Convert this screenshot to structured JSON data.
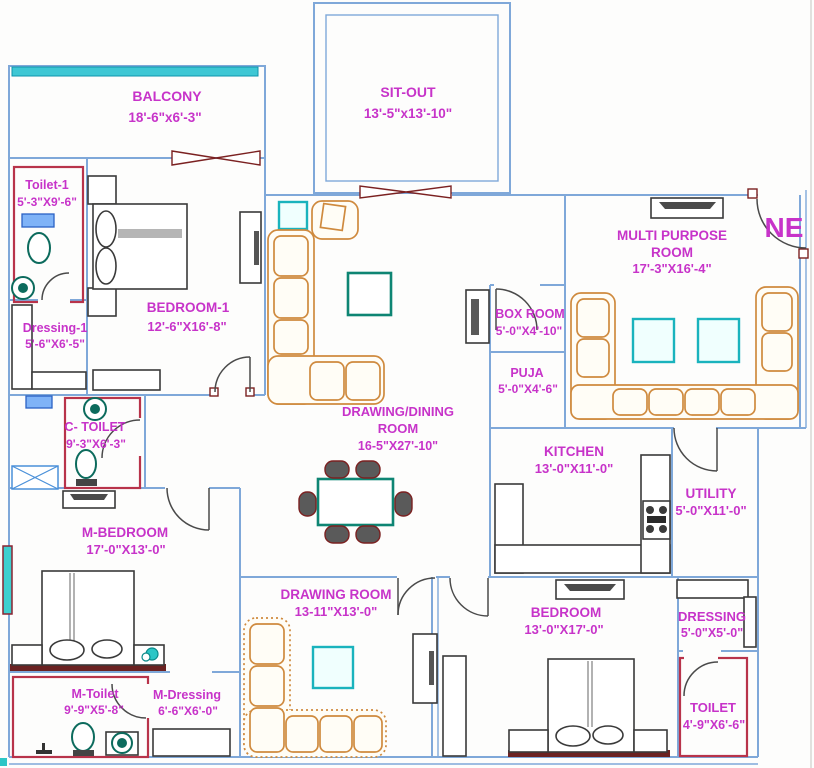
{
  "compass": {
    "label": "NE"
  },
  "colors": {
    "label_magenta": "#c733c9",
    "wall_blue": "#7fa8d9",
    "wall_red": "#b8334a",
    "wall_maroon": "#6b2222",
    "window_teal": "#3ec7d4",
    "furniture_orange": "#cf8a3e",
    "table_teal": "#1ab3bd"
  },
  "rooms": {
    "balcony": {
      "name": "BALCONY",
      "dim": "18'-6\"x6'-3\""
    },
    "sitout": {
      "name": "SIT-OUT",
      "dim": "13'-5\"x13'-10\""
    },
    "toilet1": {
      "name": "Toilet-1",
      "dim": "5'-3\"X9'-6\""
    },
    "bedroom1": {
      "name": "BEDROOM-1",
      "dim": "12'-6\"X16'-8\""
    },
    "dressing1": {
      "name": "Dressing-1",
      "dim": "5'-6\"X6'-5\""
    },
    "multipurpose": {
      "name": "MULTI PURPOSE",
      "name2": "ROOM",
      "dim": "17'-3\"X16'-4\""
    },
    "boxroom": {
      "name": "BOX ROOM",
      "dim": "5'-0\"X4'-10\""
    },
    "puja": {
      "name": "PUJA",
      "dim": "5'-0\"X4'-6\""
    },
    "drawdine": {
      "name": "DRAWING/DINING",
      "name2": "ROOM",
      "dim": "16-5\"X27'-10\""
    },
    "ctoilet": {
      "name": "C- TOILET",
      "dim": "9'-3\"X6'-3\""
    },
    "kitchen": {
      "name": "KITCHEN",
      "dim": "13'-0\"X11'-0\""
    },
    "utility": {
      "name": "UTILITY",
      "dim": "5'-0\"X11'-0\""
    },
    "mbedroom": {
      "name": "M-BEDROOM",
      "dim": "17'-0\"X13'-0\""
    },
    "drawingroom": {
      "name": "DRAWING ROOM",
      "dim": "13-11\"X13'-0\""
    },
    "bedroom": {
      "name": "BEDROOM",
      "dim": "13'-0\"X17'-0\""
    },
    "dressing": {
      "name": "DRESSING",
      "dim": "5'-0\"X5'-0\""
    },
    "mtoilet": {
      "name": "M-Toilet",
      "dim": "9'-9\"X5'-8\""
    },
    "mdressing": {
      "name": "M-Dressing",
      "dim": "6'-6\"X6'-0\""
    },
    "toilet": {
      "name": "TOILET",
      "dim": "4'-9\"X6'-6\""
    }
  }
}
